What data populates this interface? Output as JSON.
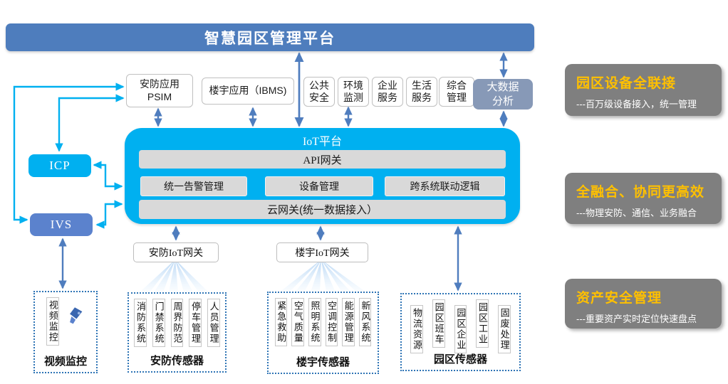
{
  "title": "智慧园区管理平台",
  "colors": {
    "banner_blue": "#4e7dbd",
    "cyan": "#00b0f0",
    "ivs_blue": "#5b82cd",
    "bigdata_blue": "#8799b7",
    "module_gray": "#d9d9d9",
    "panel_gray": "#7f7f7f",
    "accent_orange": "#ffc000",
    "dashed_border_blue": "#2e74b5"
  },
  "apps": {
    "psim": "安防应用\nPSIM",
    "ibms": "楼宇应用（IBMS)",
    "items": [
      "公共\n安全",
      "环境\n监测",
      "企业\n服务",
      "生活\n服务",
      "综合\n管理"
    ],
    "bigdata": "大数据\n分析"
  },
  "left_nodes": {
    "icp": "ICP",
    "ivs": "IVS"
  },
  "platform": {
    "title": "IoT平台",
    "api_label": "API网关",
    "modules": [
      "统一告警管理",
      "设备管理",
      "跨系统联动逻辑"
    ],
    "cloud_label": "云网关(统一数据接入）"
  },
  "gateways": {
    "security": "安防IoT网关",
    "building": "楼宇IoT网关"
  },
  "sensor_groups": [
    {
      "label": "视频监控",
      "items": [
        "视频监控"
      ]
    },
    {
      "label": "安防传感器",
      "items": [
        "消防系统",
        "门禁系统",
        "周界防范",
        "停车管理",
        "人员管理"
      ]
    },
    {
      "label": "楼宇传感器",
      "items": [
        "紧急救助",
        "空气质量",
        "照明系统",
        "空调控制",
        "能源管理",
        "新风系统"
      ]
    },
    {
      "label": "园区传感器",
      "items": [
        "物流资源",
        "园区班车",
        "园区企业",
        "园区工业",
        "固废处理"
      ]
    }
  ],
  "benefits": [
    {
      "title": "园区设备全联接",
      "desc": "---百万级设备接入，统一管理"
    },
    {
      "title": "全融合、协同更高效",
      "desc": "---物理安防、通信、业务融合"
    },
    {
      "title": "资产安全管理",
      "desc": "---重要资产实时定位快速盘点"
    }
  ]
}
